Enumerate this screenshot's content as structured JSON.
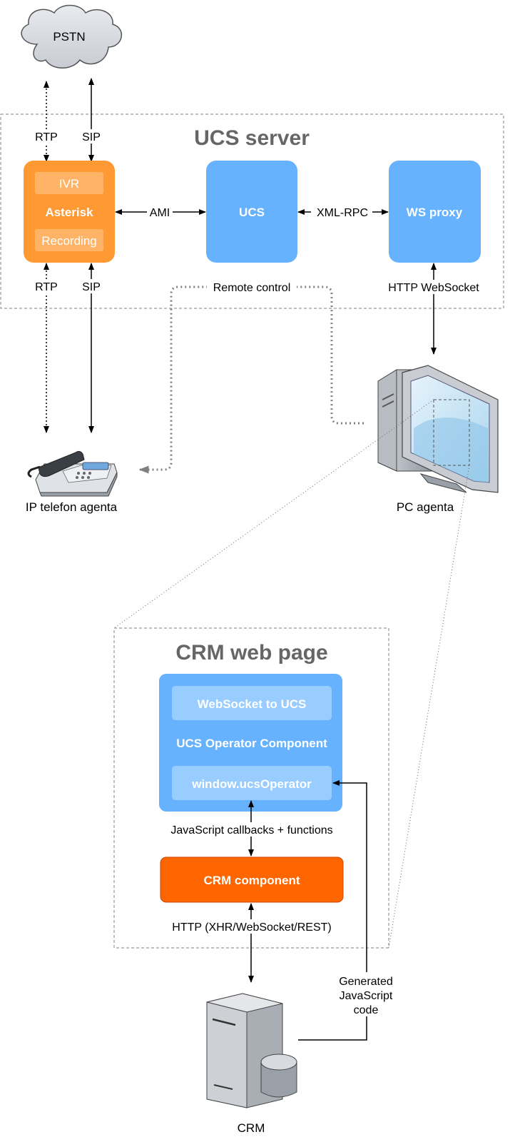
{
  "clouds": {
    "pstn": "PSTN"
  },
  "groups": {
    "ucs_server": "UCS server",
    "crm_web_page": "CRM web page"
  },
  "boxes": {
    "asterisk": {
      "label": "Asterisk",
      "ivr": "IVR",
      "recording": "Recording"
    },
    "ucs": "UCS",
    "ws_proxy": "WS proxy",
    "operator": {
      "label": "UCS Operator Component",
      "websocket": "WebSocket to UCS",
      "window": "window.ucsOperator"
    },
    "crm_component": "CRM component"
  },
  "edges": {
    "rtp_top": "RTP",
    "sip_top": "SIP",
    "ami": "AMI",
    "xml_rpc": "XML-RPC",
    "rtp_bottom": "RTP",
    "sip_bottom": "SIP",
    "remote_control": "Remote control",
    "http_websocket": "HTTP WebSocket",
    "js_callbacks": "JavaScript callbacks + functions",
    "http_xhr": "HTTP (XHR/WebSocket/REST)",
    "generated_code": [
      "Generated",
      "JavaScript",
      "code"
    ]
  },
  "devices": {
    "ip_phone": "IP telefon agenta",
    "pc": "PC agenta",
    "crm": "CRM"
  },
  "colors": {
    "asterisk": "#ff9933",
    "asterisk_inner": "#ffb366",
    "blue": "#66b2ff",
    "blue_inner": "#99ccff",
    "crm_component": "#ff6600",
    "group_border": "#808080",
    "title": "#666666"
  }
}
